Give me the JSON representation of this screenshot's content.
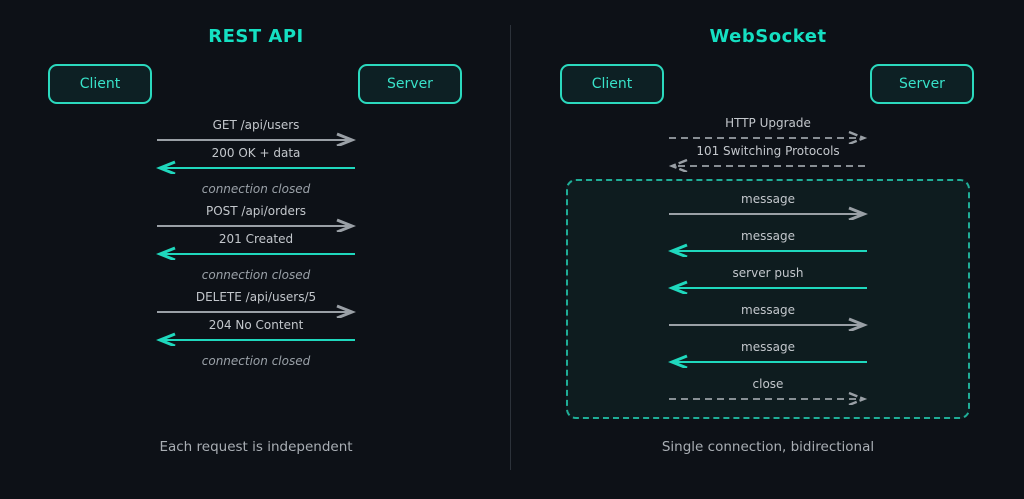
{
  "colors": {
    "background": "#0d1117",
    "accent_teal": "#15e0c2",
    "box_border_teal": "#2bd9be",
    "arrow_teal": "#1fd8bd",
    "arrow_gray": "#9aa0a6",
    "label_gray": "#c3c7cc",
    "note_gray": "#9aa1a8",
    "caption_gray": "#a9aeb4",
    "session_box_border": "#1fae97"
  },
  "rest": {
    "title": "REST API",
    "client_label": "Client",
    "server_label": "Server",
    "rows": [
      {
        "label": "GET /api/users",
        "direction": "right",
        "style": "solid-gray"
      },
      {
        "label": "200 OK + data",
        "direction": "left",
        "style": "solid-teal"
      },
      {
        "label": "connection closed",
        "kind": "note"
      },
      {
        "label": "POST /api/orders",
        "direction": "right",
        "style": "solid-gray"
      },
      {
        "label": "201 Created",
        "direction": "left",
        "style": "solid-teal"
      },
      {
        "label": "connection closed",
        "kind": "note"
      },
      {
        "label": "DELETE /api/users/5",
        "direction": "right",
        "style": "solid-gray"
      },
      {
        "label": "204 No Content",
        "direction": "left",
        "style": "solid-teal"
      },
      {
        "label": "connection closed",
        "kind": "note"
      }
    ],
    "caption": "Each request is independent"
  },
  "websocket": {
    "title": "WebSocket",
    "client_label": "Client",
    "server_label": "Server",
    "handshake": [
      {
        "label": "HTTP Upgrade",
        "direction": "right",
        "style": "dashed-gray"
      },
      {
        "label": "101 Switching Protocols",
        "direction": "left",
        "style": "dashed-gray"
      }
    ],
    "session": [
      {
        "label": "message",
        "direction": "right",
        "style": "solid-gray"
      },
      {
        "label": "message",
        "direction": "left",
        "style": "solid-teal"
      },
      {
        "label": "server push",
        "direction": "left",
        "style": "solid-teal"
      },
      {
        "label": "message",
        "direction": "right",
        "style": "solid-gray"
      },
      {
        "label": "message",
        "direction": "left",
        "style": "solid-teal"
      },
      {
        "label": "close",
        "direction": "right",
        "style": "dashed-gray"
      }
    ],
    "caption": "Single connection, bidirectional"
  }
}
